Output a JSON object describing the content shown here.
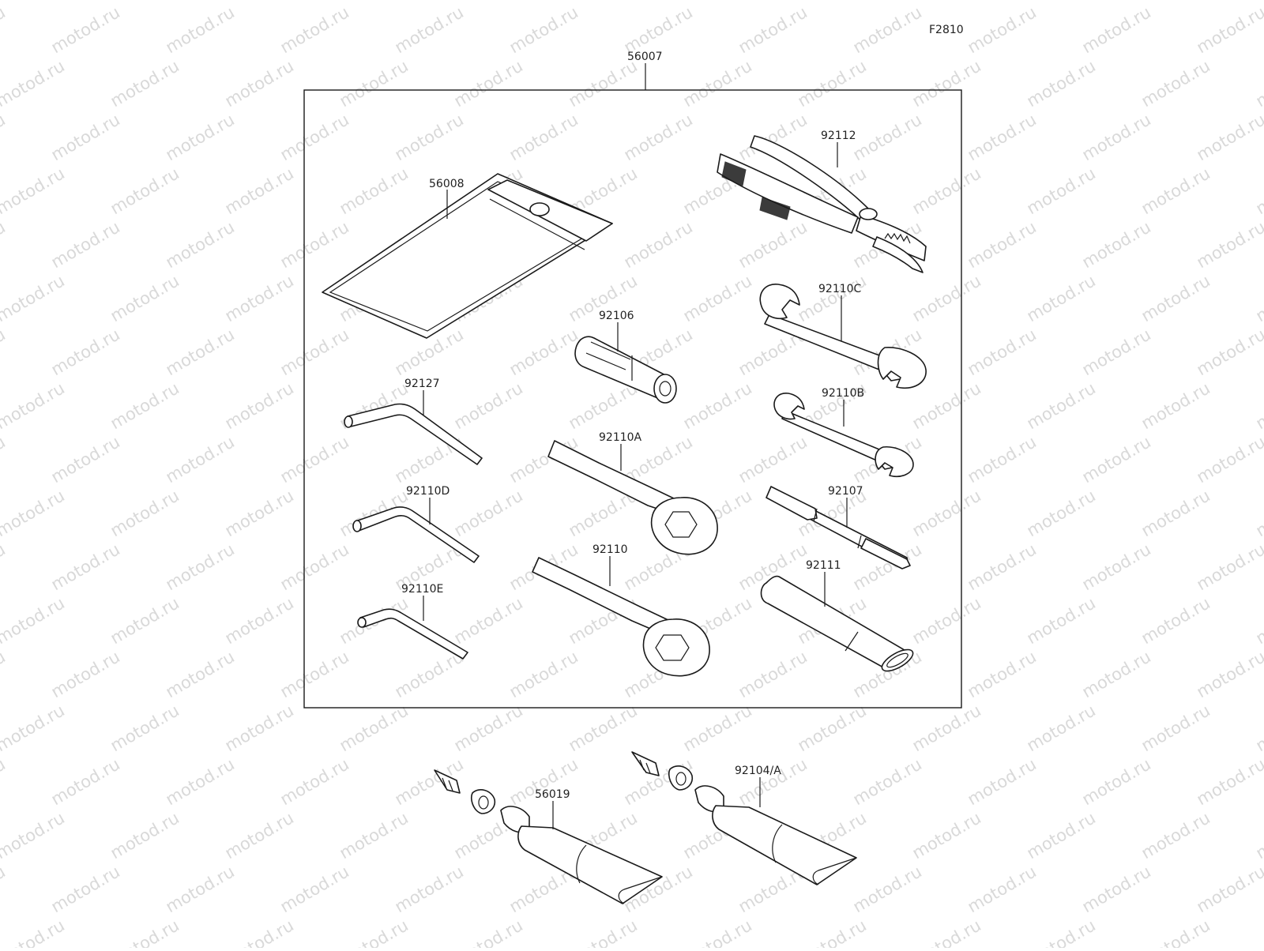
{
  "diagram_code": "F2810",
  "watermark": "motod.ru",
  "parts": {
    "kit": "56007",
    "pouch": "56008",
    "pliers": "92112",
    "wrench_c": "92110C",
    "plug_tool": "92106",
    "hex_key_1": "92127",
    "wrench_b": "92110B",
    "box_wrench_a": "92110A",
    "screwdriver": "92107",
    "hex_key_2": "92110D",
    "box_wrench": "92110",
    "handle": "92111",
    "hex_key_3": "92110E",
    "repair_tube_1": "56019",
    "repair_tube_2": "92104/A"
  }
}
